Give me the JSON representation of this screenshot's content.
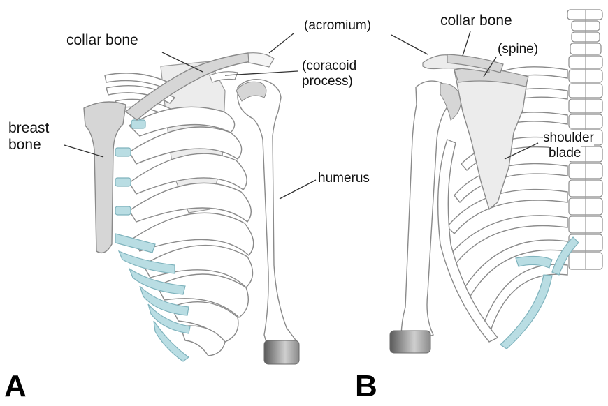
{
  "labels": {
    "collar_bone_front": "collar bone",
    "acromium": "(acromium)",
    "coracoid_line1": "(coracoid",
    "coracoid_line2": "process)",
    "breast_bone_line1": "breast",
    "breast_bone_line2": "bone",
    "humerus": "humerus",
    "collar_bone_back": "collar bone",
    "spine": "(spine)",
    "shoulder_blade_line1": "shoulder",
    "shoulder_blade_line2": "blade"
  },
  "panels": {
    "a": "A",
    "b": "B"
  },
  "colors": {
    "bone_fill": "#ffffff",
    "bone_stroke": "#8a8a8a",
    "gray_bone": "#d6d6d6",
    "light_gray": "#ececec",
    "cartilage": "#b9dde3",
    "leader": "#333333"
  }
}
